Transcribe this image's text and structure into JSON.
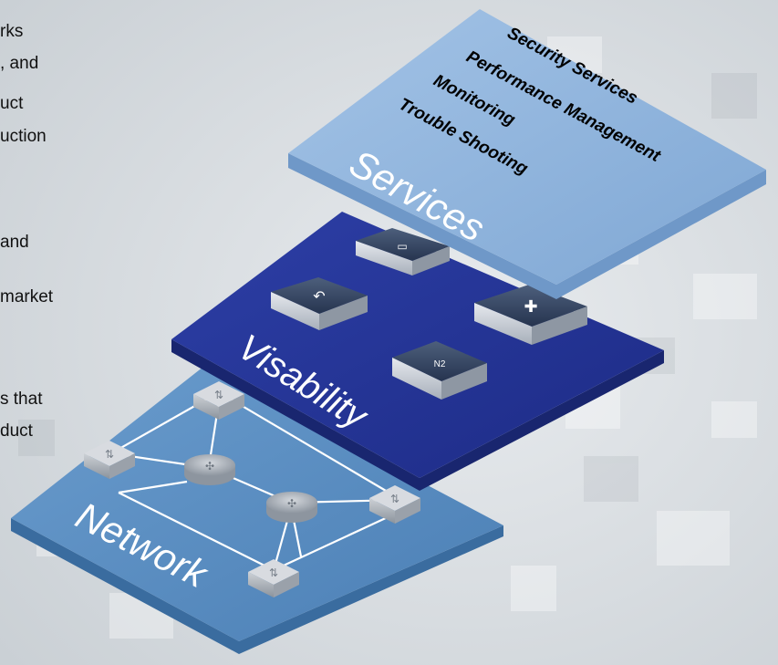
{
  "text_fragments": [
    "rks",
    ", and",
    "uct",
    "uction",
    "and",
    "market",
    "s that",
    "duct"
  ],
  "layers": {
    "services": {
      "label": "Services",
      "items": [
        "Security Services",
        "Performance Management",
        "Monitoring",
        "Trouble Shooting"
      ]
    },
    "visibility": {
      "label": "Visability"
    },
    "network": {
      "label": "Network"
    }
  },
  "colors": {
    "services_top": "#8fb4dc",
    "services_side": "#6e97c7",
    "visibility_top": "#243593",
    "visibility_side": "#1a2778",
    "network_top": "#5b8fc2",
    "network_side": "#3f72a6",
    "page_bg": "#dfe3e6"
  }
}
